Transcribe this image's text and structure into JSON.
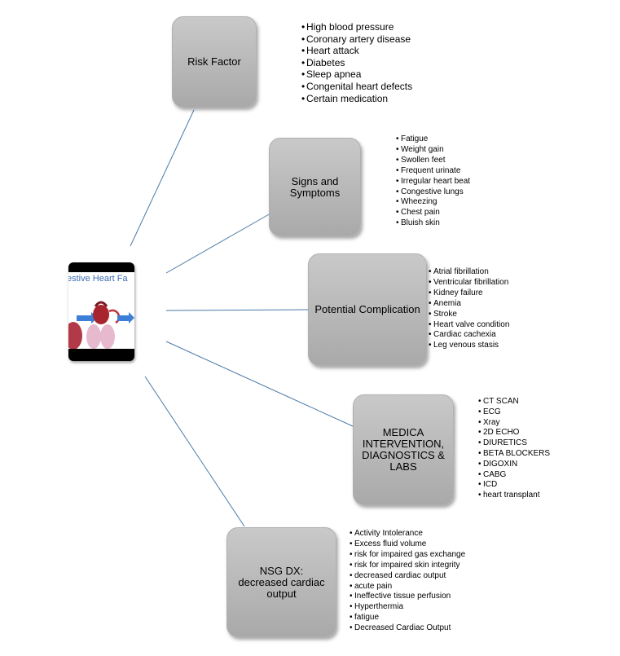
{
  "central_image": {
    "caption": "estive Heart Fa"
  },
  "nodes": [
    {
      "id": "risk",
      "title": "Risk Factor",
      "items": [
        "High blood pressure",
        "Coronary artery disease",
        "Heart attack",
        "Diabetes",
        "Sleep apnea",
        "Congenital heart defects",
        "Certain medication"
      ]
    },
    {
      "id": "signs",
      "title": "Signs and Symptoms",
      "items": [
        "Fatigue",
        "Weight gain",
        "Swollen feet",
        "Frequent urinate",
        "Irregular heart beat",
        "Congestive lungs",
        "Wheezing",
        "Chest pain",
        "Bluish skin"
      ]
    },
    {
      "id": "complication",
      "title": "Potential Complication",
      "items": [
        "Atrial fibrillation",
        "Ventricular fibrillation",
        "Kidney failure",
        "Anemia",
        "Stroke",
        "Heart valve condition",
        "Cardiac cachexia",
        "Leg venous stasis"
      ]
    },
    {
      "id": "medical",
      "title": "MEDICA INTERVENTION, DIAGNOSTICS & LABS",
      "items": [
        "CT SCAN",
        "ECG",
        "Xray",
        "2D ECHO",
        "DIURETICS",
        "BETA BLOCKERS",
        "DIGOXIN",
        "CABG",
        "ICD",
        "heart transplant"
      ]
    },
    {
      "id": "nsg",
      "title": "NSG DX: decreased cardiac output",
      "items": [
        "Activity Intolerance",
        "Excess fluid volume",
        "risk for impaired gas exchange",
        "risk for impaired skin integrity",
        "decreased cardiac output",
        "acute pain",
        "Ineffective tissue perfusion",
        "Hyperthermia",
        "fatigue",
        "Decreased Cardiac Output"
      ]
    }
  ],
  "colors": {
    "connector": "#4a7aa8",
    "box_top": "#c9c9c9",
    "box_bottom": "#a9a9a9",
    "arrow": "#3d7fd6"
  }
}
